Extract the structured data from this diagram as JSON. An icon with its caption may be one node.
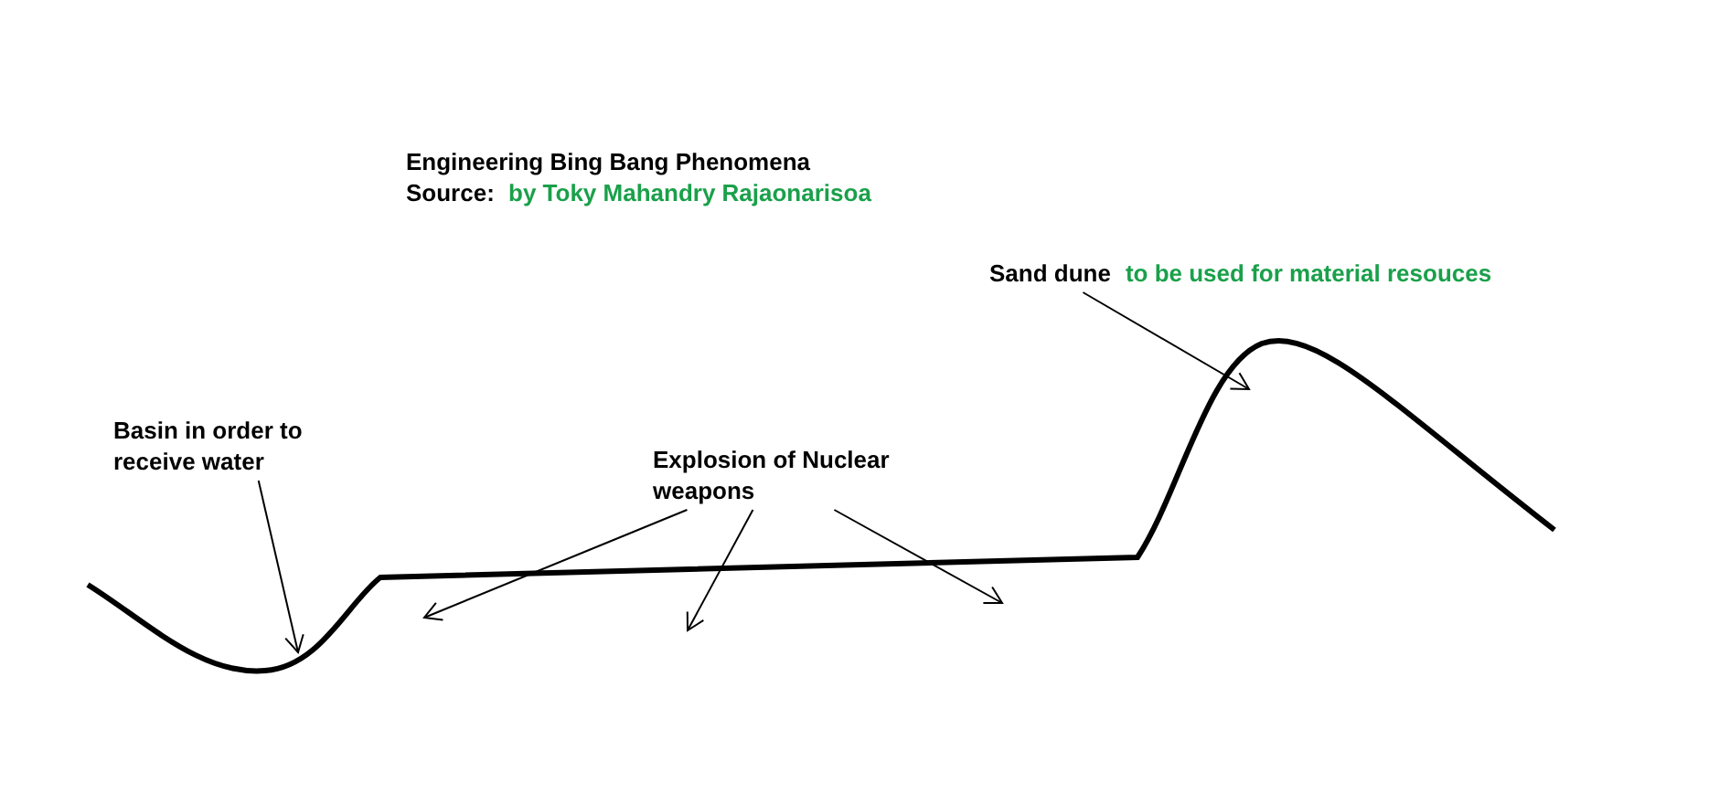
{
  "diagram": {
    "title": "Engineering Bing Bang Phenomena",
    "nodes": [
      {
        "text": [
          "Basin in order to receive water"
        ]
      },
      {
        "text": [
          "Explosion of Nuclear weapons"
        ]
      },
      {
        "text": [
          "Sand dune"
        ],
        "beside": [
          "to be used for material resouces"
        ]
      }
    ],
    "edges": [
      {
        "from": 0,
        "to": null,
        "arrow": "to"
      },
      {
        "from": 1,
        "to": null,
        "arrow": "to"
      },
      {
        "from": 1,
        "to": null,
        "arrow": "to"
      },
      {
        "from": 1,
        "to": null,
        "arrow": "to"
      },
      {
        "from": 2,
        "to": null,
        "arrow": "to"
      }
    ],
    "labels": [
      "Source:",
      "by Toky Mahandry Rajaonarisoa"
    ]
  }
}
